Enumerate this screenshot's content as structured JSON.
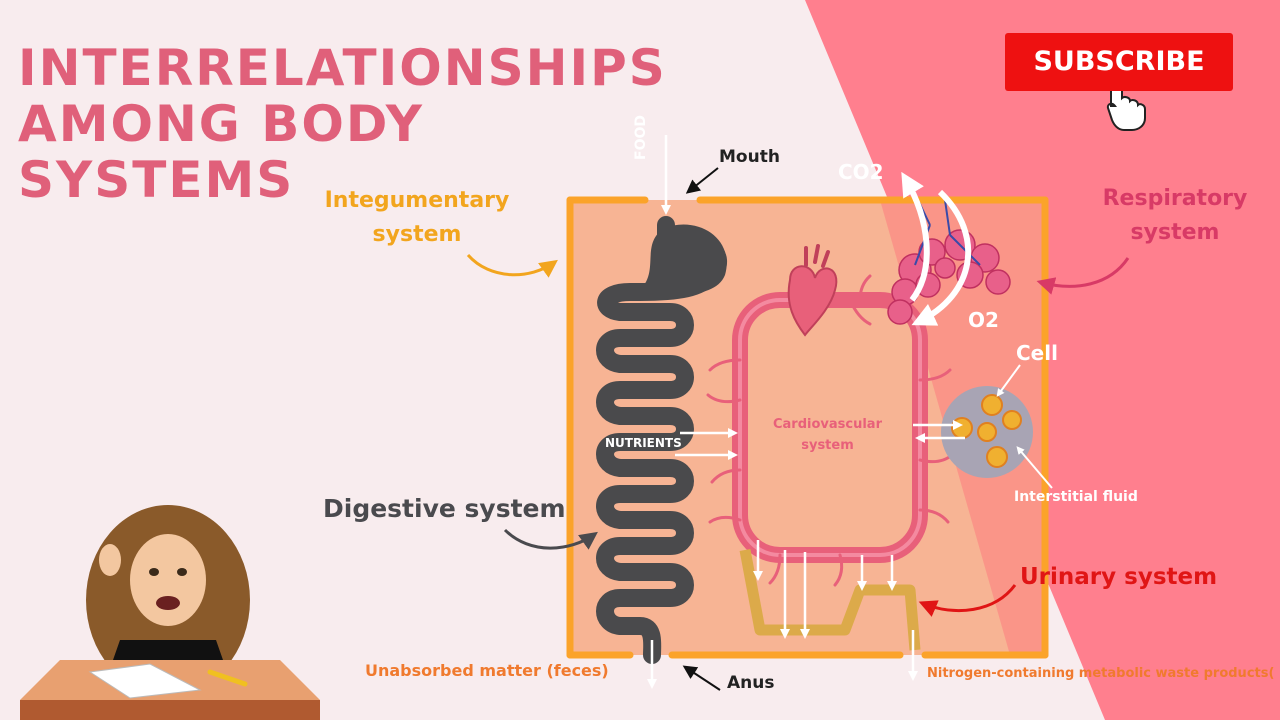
{
  "title": [
    "INTERRELATIONSHIPS",
    "AMONG BODY",
    "SYSTEMS"
  ],
  "subscribe": {
    "label": "SUBSCRIBE"
  },
  "labels": {
    "integumentary": [
      "Integumentary",
      "system"
    ],
    "respiratory": [
      "Respiratory",
      "system"
    ],
    "digestive": "Digestive system",
    "urinary": "Urinary system",
    "cardiovascular": [
      "Cardiovascular",
      "system"
    ],
    "food": "FOOD",
    "mouth": "Mouth",
    "anus": "Anus",
    "co2": "CO2",
    "o2": "O2",
    "cell": "Cell",
    "interstitial": "Interstitial fluid",
    "nutrients": "NUTRIENTS",
    "feces": "Unabsorbed matter (feces)",
    "nitrogen": "Nitrogen-containing metabolic waste products("
  },
  "colors": {
    "title": "#e0607a",
    "background_left": "#f8ecee",
    "background_right": "#ff7f8e",
    "body_box": "#f7b494",
    "body_border": "#fba32a",
    "digestive_tract": "#4a4a4c",
    "blood_vessel": "#e8607a",
    "urinary_tract": "#dcaa4a",
    "subscribe": "#ee1111"
  },
  "icons": [
    "heart-icon",
    "lungs-icon",
    "cell-cluster-icon",
    "hand-cursor-icon",
    "teacher-avatar-icon"
  ]
}
